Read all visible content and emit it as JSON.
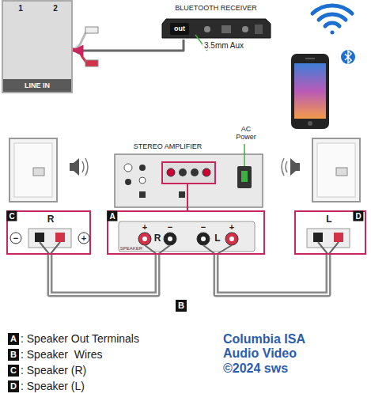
{
  "diagram": {
    "nodes": [
      {
        "text": [
          "1",
          "2",
          "LINE IN"
        ]
      },
      {
        "text": [
          "BLUETOOTH RECEIVER",
          "out"
        ]
      },
      {
        "text": [
          "STEREO AMPLIFIER"
        ]
      },
      {
        "text": [
          "C",
          "R",
          "−",
          "+"
        ]
      },
      {
        "text": [
          "A",
          "+",
          "R",
          "−",
          "−",
          "L",
          "+",
          "SPEAKER"
        ]
      },
      {
        "text": [
          "D",
          "L"
        ]
      }
    ],
    "edges": [
      {
        "from": 1,
        "to": 0,
        "arrow": "to",
        "label": "3.5mm Aux"
      },
      {
        "from": 2,
        "to": 4,
        "arrow": "none"
      },
      {
        "from": 4,
        "to": 3,
        "arrow": "none"
      },
      {
        "from": 4,
        "to": 5,
        "arrow": "none"
      }
    ],
    "labels": [
      "AC Power",
      "B",
      "A",
      "B",
      "C",
      "D",
      "Columbia ISA Audio Video ©2024 sws"
    ],
    "legend": [
      {
        "text": ": Speaker Out Terminals"
      },
      {
        "text": ": Speaker  Wires"
      },
      {
        "text": ": Speaker (R)"
      },
      {
        "text": ": Speaker (L)"
      }
    ]
  }
}
